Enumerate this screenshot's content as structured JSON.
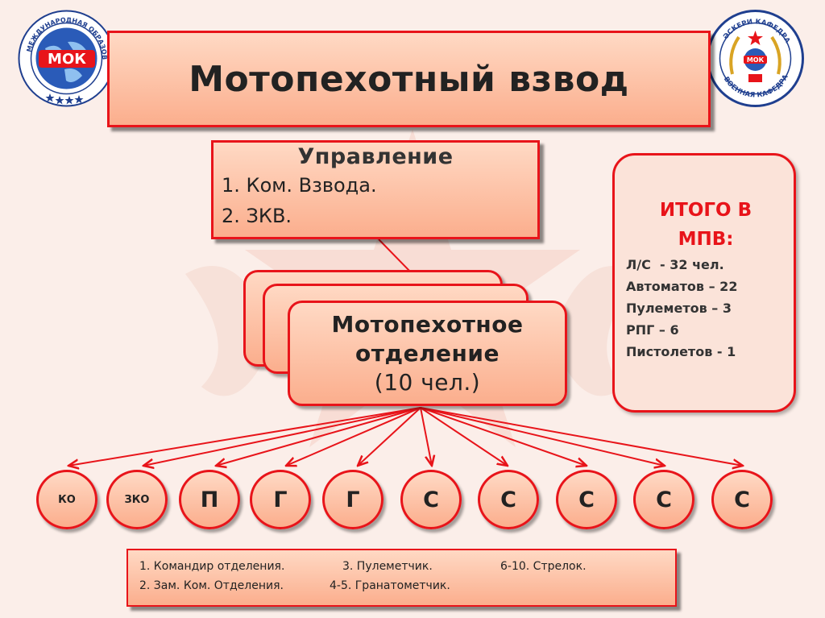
{
  "title": "Мотопехотный взвод",
  "management": {
    "heading": "Управление",
    "lines": [
      "1. Ком. Взвода.",
      "2. ЗКВ."
    ]
  },
  "squad": {
    "name_line1": "Мотопехотное",
    "name_line2": "отделение",
    "count": "(10 чел.)"
  },
  "totals": {
    "title_line1": "ИТОГО В",
    "title_line2": "МПВ:",
    "lines": [
      "Л/С  - 32 чел.",
      "Автоматов – 22",
      "Пулеметов – 3",
      "РПГ – 6",
      "Пистолетов - 1"
    ]
  },
  "members": [
    "КО",
    "ЗКО",
    "П",
    "Г",
    "Г",
    "С",
    "С",
    "С",
    "С",
    "С"
  ],
  "legend": {
    "row1": [
      "1. Командир отделения.",
      "3. Пулеметчик.",
      "6-10. Стрелок."
    ],
    "row2": [
      "2. Зам. Ком. Отделения.",
      "4-5. Гранатометчик."
    ]
  },
  "logos": {
    "left": {
      "abbr": "МОК",
      "ring_text": "МЕЖДУНАРОДНАЯ ОБРАЗОВАТЕЛЬНАЯ"
    },
    "right": {
      "abbr": "МОК",
      "ring_top": "ӘСКЕРИ КАФЕДРА",
      "ring_bottom": "ВОЕННАЯ КАФЕДРА"
    }
  },
  "colors": {
    "accent": "#e8141a",
    "box_fill": "#fbae8d",
    "background": "#fbeee9",
    "logo_blue": "#1f3f8f"
  }
}
